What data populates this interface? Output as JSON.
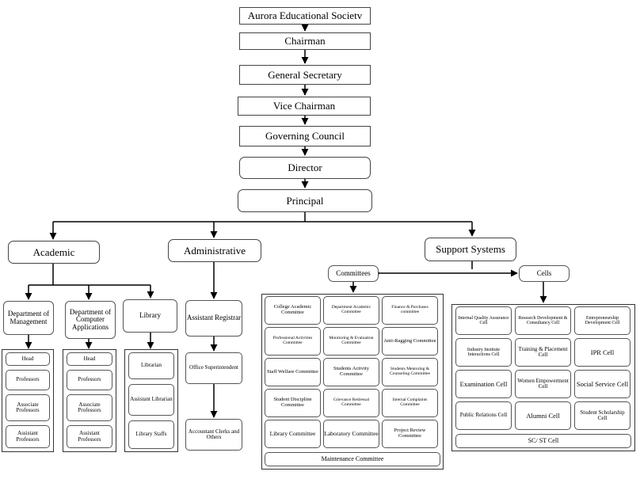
{
  "hierarchy": [
    "Aurora Educational Societv",
    "Chairman",
    "General Secretary",
    "Vice Chairman",
    "Governing Council",
    "Director",
    "Principal"
  ],
  "branches": {
    "academic": "Academic",
    "administrative": "Administrative",
    "support": "Support Systems"
  },
  "academic": {
    "departments": [
      "Department of Management",
      "Department of Computer Applications",
      "Library"
    ],
    "mgmt_roles": [
      "Head",
      "Professors",
      "Associate Professors",
      "Assistant Professors"
    ],
    "mca_roles": [
      "Head",
      "Professors",
      "Associate Professors",
      "Assistant Professors"
    ],
    "library_roles": [
      "Librarian",
      "Assistant Librarian",
      "Library Staffs"
    ]
  },
  "administrative": {
    "items": [
      "Assistant Registrar",
      "Office Superintendent",
      "Accountant Clerks and Others"
    ]
  },
  "support": {
    "committees_label": "Committees",
    "cells_label": "Cells",
    "committees": [
      "College Academic Committee",
      "Department Academic Committee",
      "Finance & Purchases committee",
      "Professional Activities Committee",
      "Monitoring & Evaluation Committee",
      "Anti-Ragging Committee",
      "Staff Welfare Committee",
      "Students Activity Committee",
      "Students Mentoring & Counseling Committee",
      "Student Discipline Committee",
      "Grievance Redressal Committee",
      "Internal Complaints Committee",
      "Library Committee",
      "Laboratory Committee",
      "Project Review Committee"
    ],
    "maintenance": "Maintenance Committee",
    "cells": [
      "Internal Quality Assurance Cell",
      "Research Development & Consultancy Cell",
      "Entrepreneurship Development Cell",
      "Industry Institute Interactions Cell",
      "Training & Placement Cell",
      "IPR Cell",
      "Examination Cell",
      "Women Empowerment Cell",
      "Social Service Cell",
      "Public Relations Cell",
      "Alumni Cell",
      "Student Scholarship Cell"
    ],
    "scst": "SC/ ST Cell"
  }
}
